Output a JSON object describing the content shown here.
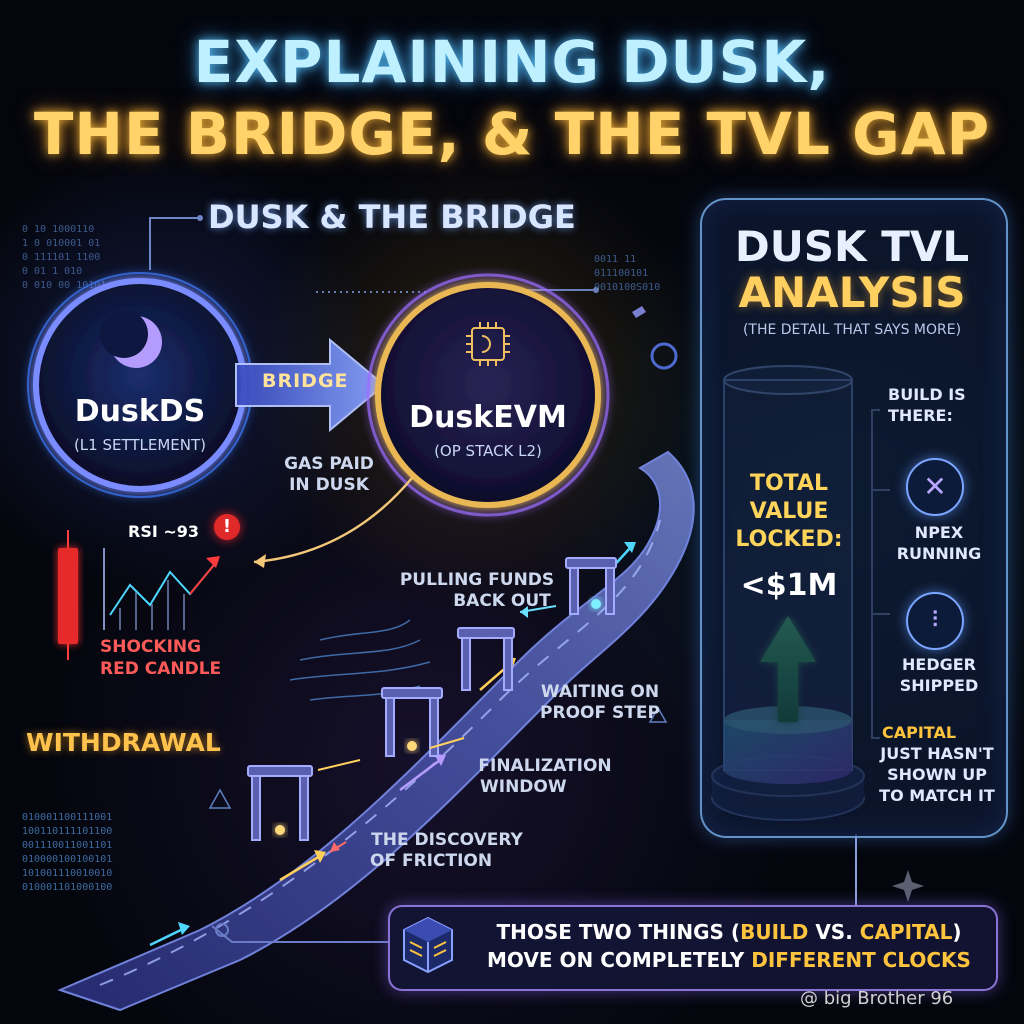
{
  "title": {
    "line1": "EXPLAINING DUSK,",
    "line2": "THE BRIDGE, & THE TVL GAP"
  },
  "bridge_section": {
    "heading": "DUSK & THE BRIDGE",
    "l1_node": {
      "name": "DuskDS",
      "subtitle": "(L1 SETTLEMENT)"
    },
    "l2_node": {
      "name": "DuskEVM",
      "subtitle": "(OP STACK L2)"
    },
    "bridge_label": "BRIDGE",
    "gas_note_line1": "GAS PAID",
    "gas_note_line2": "IN DUSK"
  },
  "market": {
    "rsi_label": "RSI ~93",
    "alert_symbol": "!",
    "candle_note_line1": "SHOCKING",
    "candle_note_line2": "RED CANDLE"
  },
  "withdrawal": {
    "heading": "WITHDRAWAL",
    "steps": [
      {
        "line1": "PULLING FUNDS",
        "line2": "BACK OUT"
      },
      {
        "line1": "WAITING ON",
        "line2": "PROOF STEP"
      },
      {
        "line1": "FINALIZATION",
        "line2": "WINDOW"
      },
      {
        "line1": "THE DISCOVERY",
        "line2": "OF FRICTION"
      }
    ]
  },
  "tvl_panel": {
    "title_line1": "DUSK TVL",
    "title_line2": "ANALYSIS",
    "subtitle": "(THE DETAIL THAT SAYS MORE)",
    "cylinder_label_lines": [
      "TOTAL",
      "VALUE",
      "LOCKED:"
    ],
    "cylinder_value": "<$1M",
    "build_heading_line1": "BUILD IS",
    "build_heading_line2": "THERE:",
    "items": [
      {
        "line1": "NPEX",
        "line2": "RUNNING",
        "icon": "npex-x-icon"
      },
      {
        "line1": "HEDGER",
        "line2": "SHIPPED",
        "icon": "hedger-chart-icon"
      }
    ],
    "capital_lines": [
      "CAPITAL",
      "JUST HASN'T",
      "SHOWN UP",
      "TO MATCH IT"
    ]
  },
  "conclusion": {
    "line1_a": "THOSE TWO THINGS (",
    "line1_b": "BUILD",
    "line1_c": " VS. ",
    "line1_d": "CAPITAL",
    "line1_e": ")",
    "line2_a": "MOVE ON COMPLETELY ",
    "line2_b": "DIFFERENT CLOCKS"
  },
  "watermark": "@ big Brother 96",
  "colors": {
    "gold": "#ffc43d",
    "cyan": "#6fd6ff",
    "violet": "#9b7dff",
    "red": "#ff3b3b",
    "green": "#39e07a"
  }
}
